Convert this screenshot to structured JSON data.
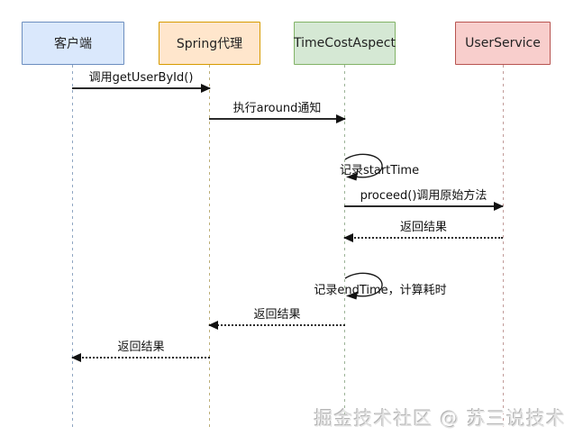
{
  "participants": [
    {
      "label": "客户端",
      "fill": "#dae8fc",
      "stroke": "#6c8ebf"
    },
    {
      "label": "Spring代理",
      "fill": "#ffe6cc",
      "stroke": "#d79b00"
    },
    {
      "label": "TimeCostAspect",
      "fill": "#d5e8d4",
      "stroke": "#82b366"
    },
    {
      "label": "UserService",
      "fill": "#f8cecc",
      "stroke": "#b85450"
    }
  ],
  "messages": [
    {
      "label": "调用getUserById()",
      "from": "客户端",
      "to": "Spring代理",
      "line": "solid"
    },
    {
      "label": "执行around通知",
      "from": "Spring代理",
      "to": "TimeCostAspect",
      "line": "solid"
    },
    {
      "label": "记录startTime",
      "from": "TimeCostAspect",
      "to": "TimeCostAspect",
      "line": "self"
    },
    {
      "label": "proceed()调用原始方法",
      "from": "TimeCostAspect",
      "to": "UserService",
      "line": "solid"
    },
    {
      "label": "返回结果",
      "from": "UserService",
      "to": "TimeCostAspect",
      "line": "dashed"
    },
    {
      "label": "记录endTime，计算耗时",
      "from": "TimeCostAspect",
      "to": "TimeCostAspect",
      "line": "self"
    },
    {
      "label": "返回结果",
      "from": "TimeCostAspect",
      "to": "Spring代理",
      "line": "dashed"
    },
    {
      "label": "返回结果",
      "from": "Spring代理",
      "to": "客户端",
      "line": "dashed"
    }
  ],
  "watermark": {
    "text": "掘金技术社区 @ 苏三说技术"
  }
}
